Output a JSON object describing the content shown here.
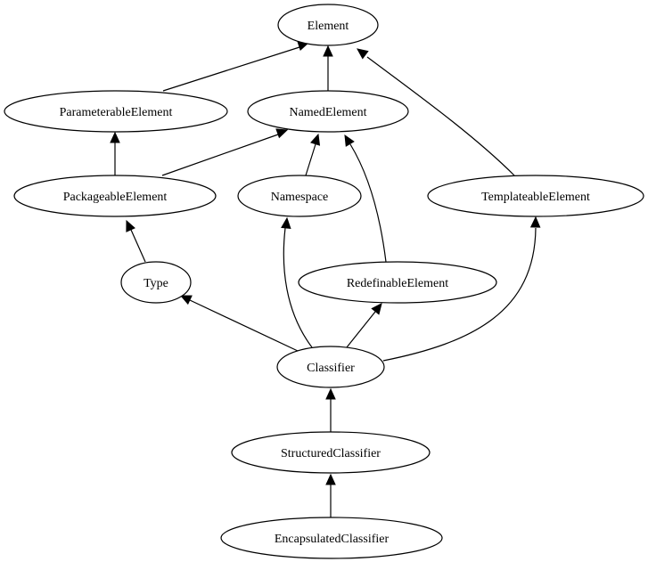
{
  "diagram": {
    "type": "class-inheritance-graph",
    "nodes": [
      {
        "id": "Element",
        "label": "Element"
      },
      {
        "id": "ParameterableElement",
        "label": "ParameterableElement"
      },
      {
        "id": "NamedElement",
        "label": "NamedElement"
      },
      {
        "id": "PackageableElement",
        "label": "PackageableElement"
      },
      {
        "id": "Namespace",
        "label": "Namespace"
      },
      {
        "id": "TemplateableElement",
        "label": "TemplateableElement"
      },
      {
        "id": "Type",
        "label": "Type"
      },
      {
        "id": "RedefinableElement",
        "label": "RedefinableElement"
      },
      {
        "id": "Classifier",
        "label": "Classifier"
      },
      {
        "id": "StructuredClassifier",
        "label": "StructuredClassifier"
      },
      {
        "id": "EncapsulatedClassifier",
        "label": "EncapsulatedClassifier"
      }
    ],
    "edges": [
      {
        "from": "ParameterableElement",
        "to": "Element"
      },
      {
        "from": "NamedElement",
        "to": "Element"
      },
      {
        "from": "TemplateableElement",
        "to": "Element"
      },
      {
        "from": "PackageableElement",
        "to": "ParameterableElement"
      },
      {
        "from": "PackageableElement",
        "to": "NamedElement"
      },
      {
        "from": "Namespace",
        "to": "NamedElement"
      },
      {
        "from": "RedefinableElement",
        "to": "NamedElement"
      },
      {
        "from": "Type",
        "to": "PackageableElement"
      },
      {
        "from": "Classifier",
        "to": "Type"
      },
      {
        "from": "Classifier",
        "to": "Namespace"
      },
      {
        "from": "Classifier",
        "to": "RedefinableElement"
      },
      {
        "from": "Classifier",
        "to": "TemplateableElement"
      },
      {
        "from": "StructuredClassifier",
        "to": "Classifier"
      },
      {
        "from": "EncapsulatedClassifier",
        "to": "StructuredClassifier"
      }
    ]
  }
}
